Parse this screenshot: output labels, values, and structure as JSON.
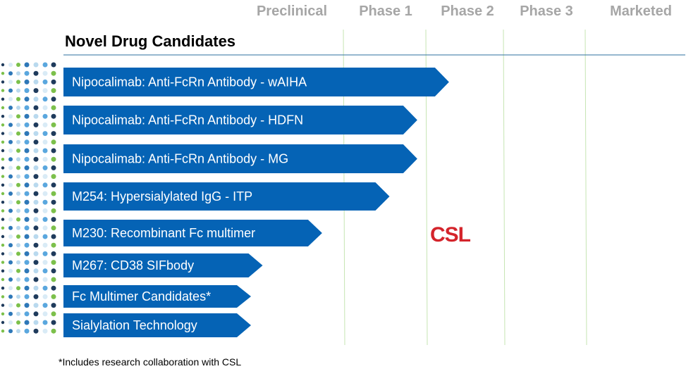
{
  "chart_data": {
    "type": "bar",
    "title": "Novel Drug Candidates",
    "stages": [
      "Preclinical",
      "Phase 1",
      "Phase 2",
      "Phase 3",
      "Marketed"
    ],
    "categories": [
      "Nipocalimab: Anti-FcRn Antibody - wAIHA",
      "Nipocalimab: Anti-FcRn Antibody - HDFN",
      "Nipocalimab: Anti-FcRn Antibody - MG",
      "M254: Hypersialylated IgG - ITP",
      "M230: Recombinant Fc multimer",
      "M267: CD38 SIFbody",
      "Fc Multimer Candidates*",
      "Sialylation Technology"
    ],
    "values": [
      3.35,
      2.95,
      2.95,
      2.6,
      1.75,
      1.0,
      0.0,
      0.0
    ],
    "colors": {
      "bar": "#0563b5",
      "grid": "#c6e5b3",
      "rule": "#2e6f9f"
    },
    "footnote": "*Includes research collaboration with CSL",
    "logo_text": "CSL"
  }
}
